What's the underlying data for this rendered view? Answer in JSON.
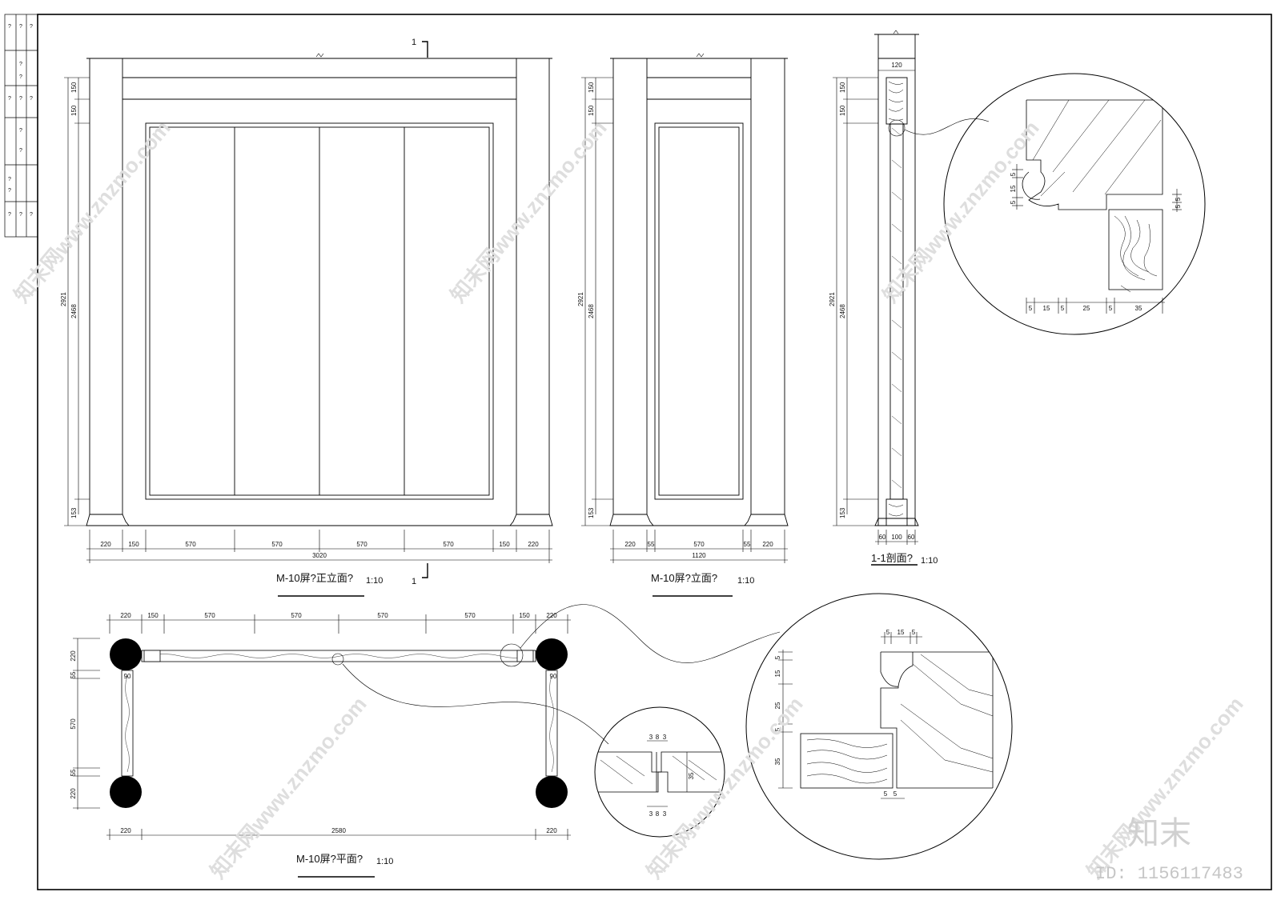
{
  "sheet": {
    "title_block_cells": [
      "?",
      "?",
      "?",
      "?",
      "?",
      "?",
      "?",
      "?",
      "?",
      "?",
      "?",
      "?",
      "?",
      "?",
      "?",
      "?",
      "?",
      "?",
      "?",
      "?"
    ]
  },
  "front_elevation": {
    "title": "M-10屏?正立面?",
    "scale": "1:10",
    "section_mark": "1",
    "vertical_dims": [
      "150",
      "150",
      "2468",
      "153",
      "2921"
    ],
    "horizontal_dims": [
      "220",
      "150",
      "570",
      "570",
      "570",
      "570",
      "150",
      "220"
    ],
    "overall": "3020"
  },
  "side_elevation": {
    "title": "M-10屏?立面?",
    "scale": "1:10",
    "vertical_dims": [
      "150",
      "150",
      "2468",
      "153",
      "2921"
    ],
    "horizontal_dims": [
      "220",
      "55",
      "570",
      "55",
      "220"
    ],
    "overall": "1120"
  },
  "section": {
    "title": "1-1剖面?",
    "scale": "1:10",
    "top_dim": "120",
    "vertical_dims": [
      "150",
      "150",
      "2468",
      "153",
      "2921"
    ],
    "bottom_dims": [
      "60",
      "100",
      "60"
    ]
  },
  "plan": {
    "title": "M-10屏?平面?",
    "scale": "1:10",
    "top_dims": [
      "220",
      "150",
      "570",
      "570",
      "570",
      "570",
      "150",
      "220"
    ],
    "left_dims": [
      "220",
      "55",
      "570",
      "55",
      "220"
    ],
    "bottom_dims": [
      "220",
      "2580",
      "220"
    ],
    "corner_dims": [
      "90",
      "90"
    ]
  },
  "detail_top": {
    "bottom_dims": [
      "5",
      "15",
      "5",
      "25",
      "5",
      "35"
    ],
    "left_dims": [
      "5",
      "15",
      "5"
    ],
    "right_dims": [
      "5",
      "5"
    ]
  },
  "detail_large": {
    "top_dims": [
      "5",
      "15",
      "5"
    ],
    "left_dims": [
      "5",
      "15",
      "25",
      "5",
      "35"
    ],
    "bottom_dims": [
      "5",
      "5"
    ]
  },
  "detail_small": {
    "top_dims": [
      "3",
      "8",
      "3"
    ],
    "bottom_dims": [
      "3",
      "8",
      "3"
    ],
    "right_dim": "35"
  },
  "watermark": {
    "brand": "知末",
    "id": "ID: 1156117483",
    "site": "知末网www.znzmo.com"
  }
}
